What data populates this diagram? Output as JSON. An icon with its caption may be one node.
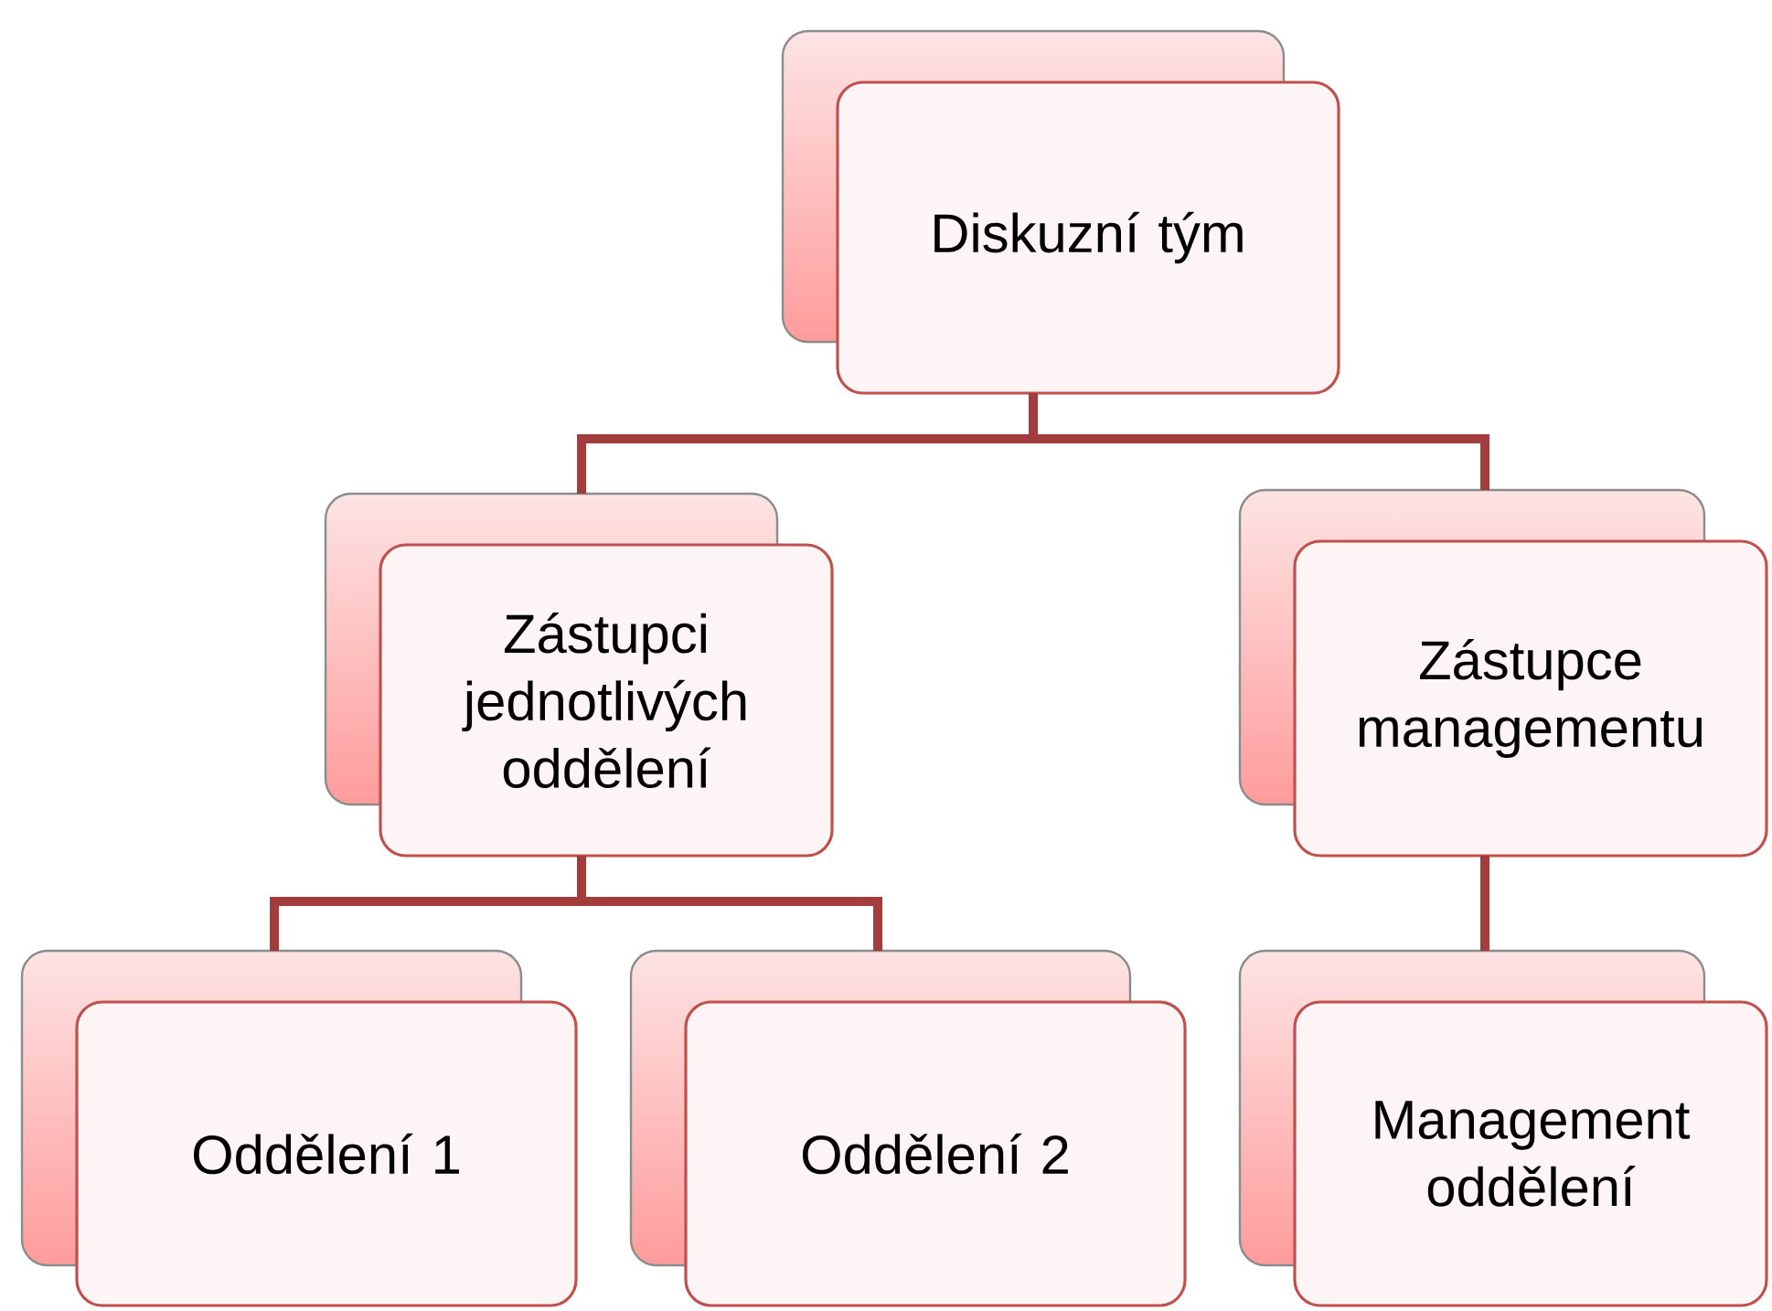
{
  "diagram": {
    "nodes": [
      {
        "text": [
          "Diskuzní tým"
        ]
      },
      {
        "text": [
          "Zástupci jednotlivých oddělení"
        ]
      },
      {
        "text": [
          "Zástupce managementu"
        ]
      },
      {
        "text": [
          "Oddělení 1"
        ]
      },
      {
        "text": [
          "Oddělení 2"
        ]
      },
      {
        "text": [
          "Management oddělení"
        ]
      }
    ],
    "edges": [
      {
        "from": 0,
        "to": 1,
        "arrow": "none"
      },
      {
        "from": 0,
        "to": 2,
        "arrow": "none"
      },
      {
        "from": 1,
        "to": 3,
        "arrow": "none"
      },
      {
        "from": 1,
        "to": 4,
        "arrow": "none"
      },
      {
        "from": 2,
        "to": 5,
        "arrow": "none"
      }
    ]
  }
}
